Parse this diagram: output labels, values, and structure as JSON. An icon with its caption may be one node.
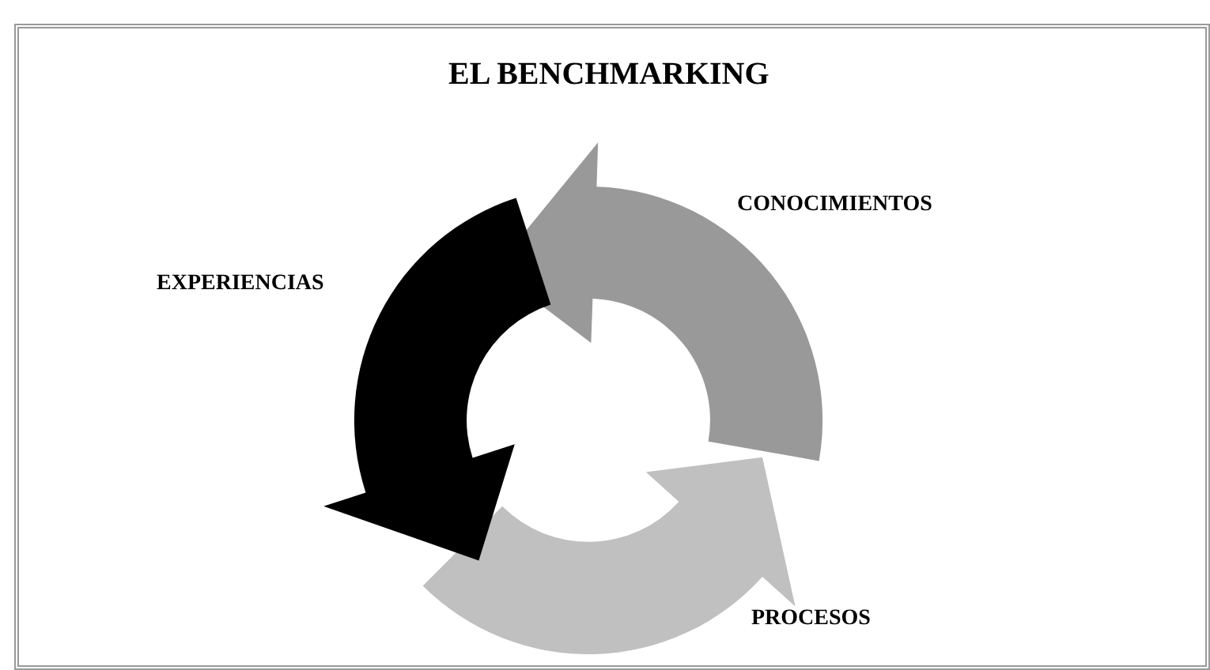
{
  "diagram": {
    "title": "EL BENCHMARKING",
    "labels": [
      "CONOCIMIENTOS",
      "EXPERIENCIAS",
      "PROCESOS"
    ]
  }
}
